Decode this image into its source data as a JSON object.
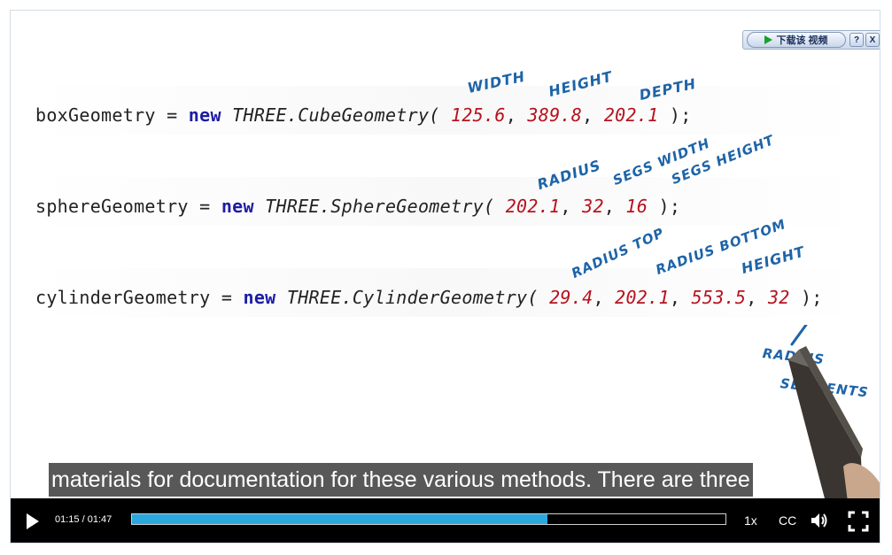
{
  "toolbar": {
    "download_label": "下载该 视频",
    "help_label": "?",
    "close_label": "X"
  },
  "code": {
    "box": {
      "var": "boxGeometry",
      "eq": "=",
      "kw": "new",
      "cls": "THREE.CubeGeometry(",
      "args": [
        "125.6",
        "389.8",
        "202.1"
      ],
      "end": ");"
    },
    "sphere": {
      "var": "sphereGeometry",
      "eq": "=",
      "kw": "new",
      "cls": "THREE.SphereGeometry(",
      "args": [
        "202.1",
        "32",
        "16"
      ],
      "end": ");"
    },
    "cylinder": {
      "var": "cylinderGeometry",
      "eq": "=",
      "kw": "new",
      "cls": "THREE.CylinderGeometry(",
      "args": [
        "29.4",
        "202.1",
        "553.5",
        "32"
      ],
      "end": ");"
    },
    "sep": ","
  },
  "annotations": {
    "width": "WIDTH",
    "height": "HEIGHT",
    "depth": "DEPTH",
    "radius": "RADIUS",
    "segs_width": "SEGS WIDTH",
    "segs_height": "SEGS HEIGHT",
    "radius_top": "RADIUS TOP",
    "radius_bottom": "RADIUS BOTTOM",
    "height2": "HEIGHT",
    "radius_segments_1": "RADIUS",
    "radius_segments_2": "SEGMENTS"
  },
  "subtitle": "materials for documentation for these various methods. There are three",
  "player": {
    "current_time": "01:15",
    "duration": "01:47",
    "time_sep": "/",
    "progress_fraction": 0.7,
    "speed": "1x",
    "cc": "CC"
  },
  "colors": {
    "accent": "#2aa7dd",
    "number": "#b8121e",
    "keyword": "#1d1da6",
    "annotation": "#1d64a8"
  },
  "icons": {
    "play": "play-icon",
    "volume": "volume-icon",
    "fullscreen": "fullscreen-icon",
    "download_play": "download-play-icon"
  }
}
